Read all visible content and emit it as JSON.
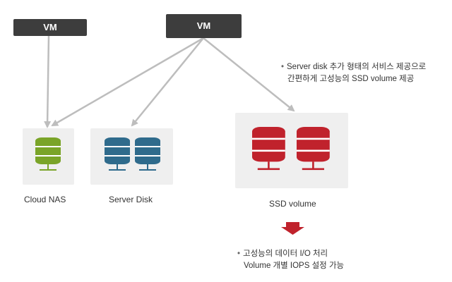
{
  "vm_left": {
    "label": "VM"
  },
  "vm_right": {
    "label": "VM"
  },
  "storage": {
    "nas": {
      "label": "Cloud NAS",
      "color": "#7aa428"
    },
    "server_disk": {
      "label": "Server Disk",
      "color": "#2f6b8c"
    },
    "ssd": {
      "label": "SSD volume",
      "color": "#c0222c"
    }
  },
  "note_top": {
    "bullet": "•",
    "line1": "Server disk 추가 형태의 서비스 제공으로",
    "line2": "간편하게 고성능의 SSD volume 제공"
  },
  "note_bottom": {
    "bullet": "•",
    "line1": "고성능의 데이터 I/O 처리",
    "line2": "Volume 개별 IOPS 설정 가능"
  },
  "colors": {
    "vm_box": "#3d3d3d",
    "arrow": "#bdbdbd",
    "panel": "#efefef",
    "down_arrow": "#c0222c"
  }
}
